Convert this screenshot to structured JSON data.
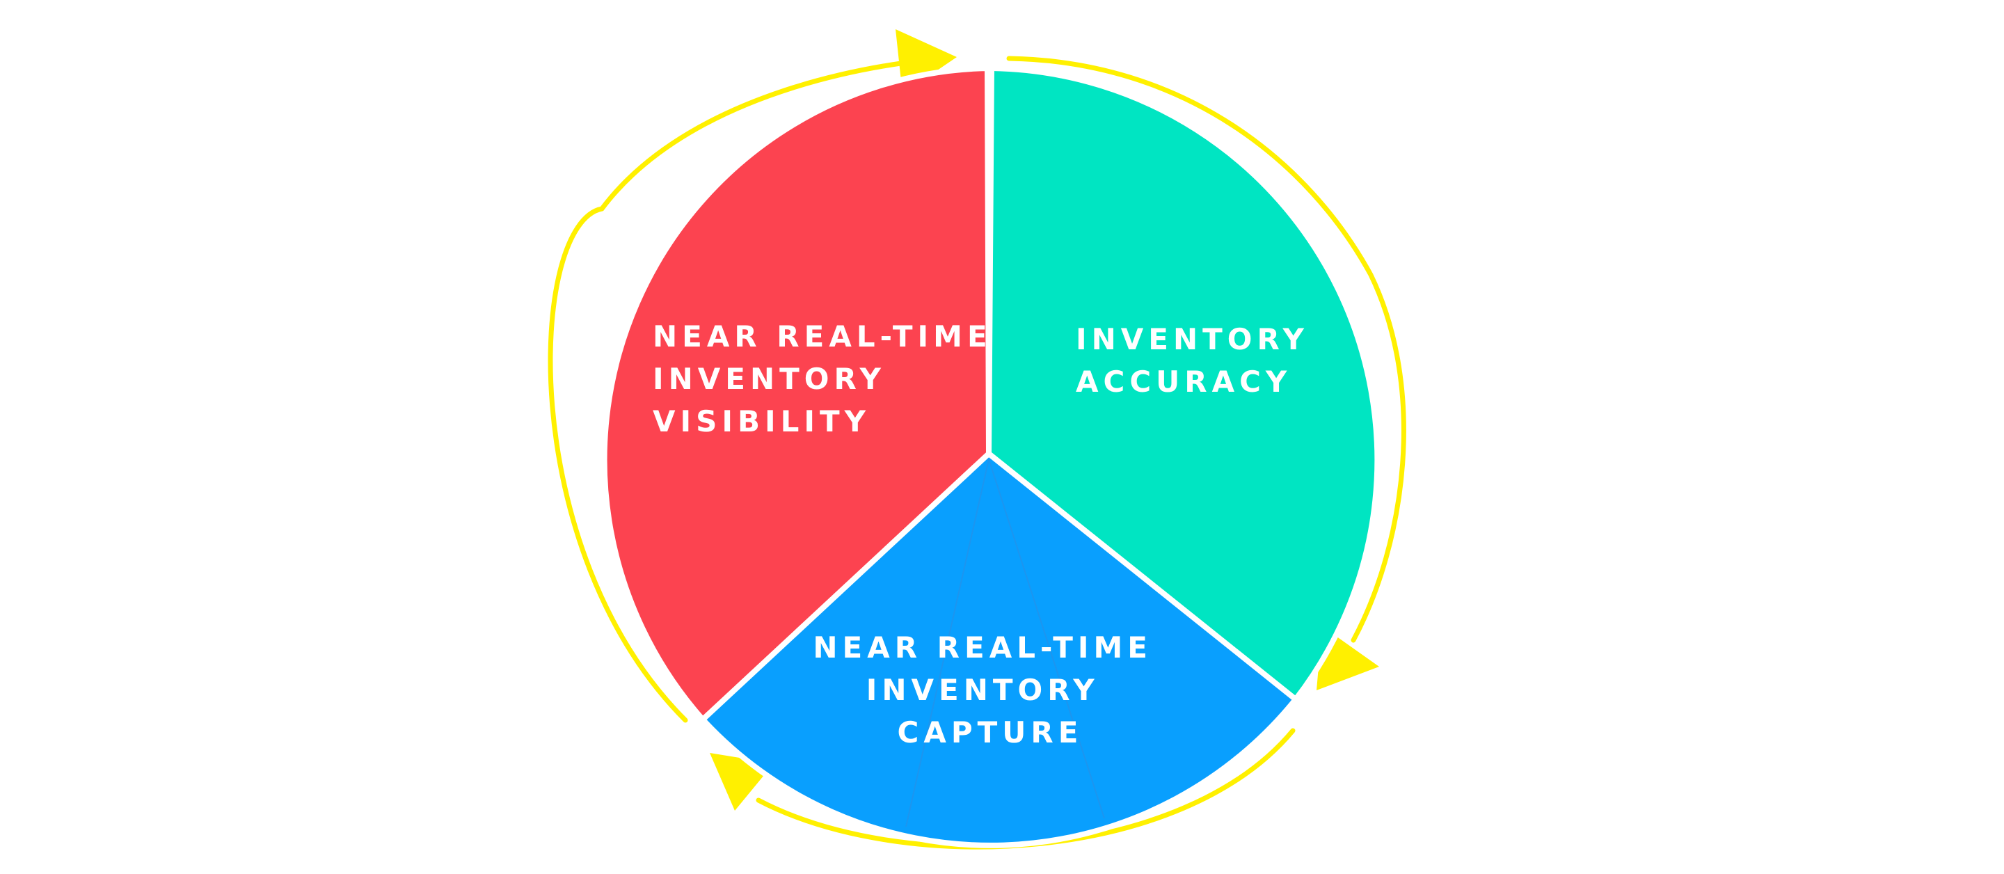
{
  "diagram": {
    "segments": [
      {
        "id": "visibility",
        "lines": [
          "NEAR REAL-TIME",
          "INVENTORY",
          "VISIBILITY"
        ],
        "color": "#fc4350"
      },
      {
        "id": "accuracy",
        "lines": [
          "INVENTORY",
          "ACCURACY"
        ],
        "color": "#00e5c2"
      },
      {
        "id": "capture",
        "lines": [
          "NEAR REAL-TIME",
          "INVENTORY",
          "CAPTURE"
        ],
        "color": "#099ffe"
      }
    ],
    "cycle_arrow_color": "#fff000",
    "cycle_arrow_count": 3
  }
}
